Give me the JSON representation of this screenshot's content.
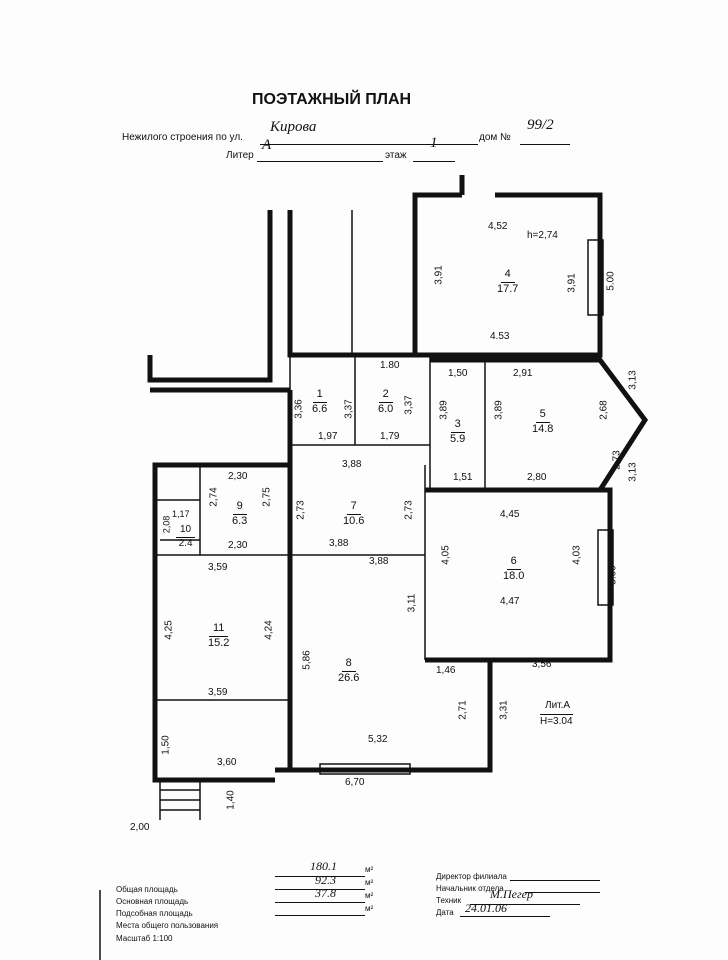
{
  "header": {
    "title": "ПОЭТАЖНЫЙ ПЛАН",
    "street_label": "Нежилого строения по ул.",
    "street_value": "Кирова",
    "house_label": "дом №",
    "house_value": "99/2",
    "liter_label": "Литер",
    "liter_value": "А",
    "floor_label": "этаж",
    "floor_value": "1"
  },
  "rooms": [
    {
      "num": "1",
      "area": "6.6"
    },
    {
      "num": "2",
      "area": "6.0"
    },
    {
      "num": "3",
      "area": "5.9"
    },
    {
      "num": "4",
      "area": "17.7"
    },
    {
      "num": "5",
      "area": "14.8"
    },
    {
      "num": "6",
      "area": "18.0"
    },
    {
      "num": "7",
      "area": "10.6"
    },
    {
      "num": "8",
      "area": "26.6"
    },
    {
      "num": "9",
      "area": "6.3"
    },
    {
      "num": "10",
      "area": "2.4"
    },
    {
      "num": "11",
      "area": "15.2"
    }
  ],
  "dims": [
    "4,52",
    "h=2,74",
    "3,91",
    "3,91",
    "5.00",
    "4.53",
    "1.80",
    "1,50",
    "2,91",
    "3,13",
    "3,36",
    "3,37",
    "3,37",
    "3,89",
    "3,89",
    "2,68",
    "1,97",
    "1,79",
    "3,88",
    "2,73",
    "3,13",
    "1,51",
    "2,80",
    "2,30",
    "2,74",
    "2,75",
    "2,73",
    "2,73",
    "4,45",
    "1,17",
    "2,08",
    "2,30",
    "3,88",
    "3,88",
    "3,59",
    "4,05",
    "4,03",
    "5.00",
    "4,47",
    "3,11",
    "4,25",
    "4,24",
    "5,86",
    "1,46",
    "3,56",
    "3,59",
    "2,71",
    "3,31",
    "5,32",
    "1,50",
    "3,60",
    "6,70",
    "1,40",
    "2,00"
  ],
  "liter_note": {
    "label": "Лит.А",
    "height": "H=3.04"
  },
  "summary": {
    "total_label": "Общая площадь",
    "total_value": "180.1",
    "main_label": "Основная площадь",
    "main_value": "92.3",
    "aux_label": "Подсобная площадь",
    "aux_value": "37.8",
    "common_label": "Места общего пользования",
    "scale_label": "Масштаб 1:100",
    "unit": "м²"
  },
  "signatures": {
    "director_label": "Директор филиала",
    "head_label": "Начальник отдела",
    "tech_label": "Техник",
    "tech_value": "М.Пегер",
    "date_label": "Дата",
    "date_value": "24.01.06"
  }
}
